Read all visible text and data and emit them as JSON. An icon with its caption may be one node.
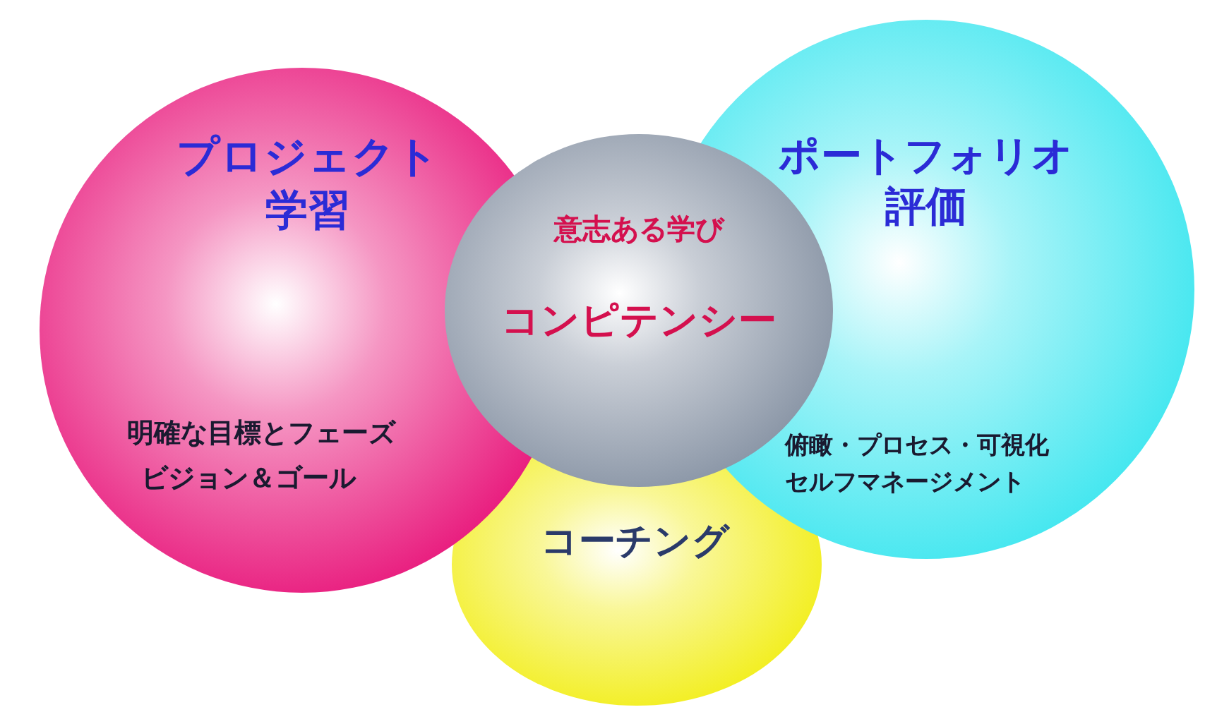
{
  "diagram": {
    "nodes": [
      {
        "text": [
          "プロジェクト学習",
          "明確な目標とフェーズ",
          "ビジョン＆ゴール"
        ]
      },
      {
        "text": [
          "意志ある学び",
          "コンピテンシー"
        ]
      },
      {
        "text": [
          "ポートフォリオ評価",
          "俯瞰・プロセス・可視化",
          "セルフマネージメント"
        ]
      },
      {
        "text": [
          "コーチング"
        ]
      }
    ]
  }
}
